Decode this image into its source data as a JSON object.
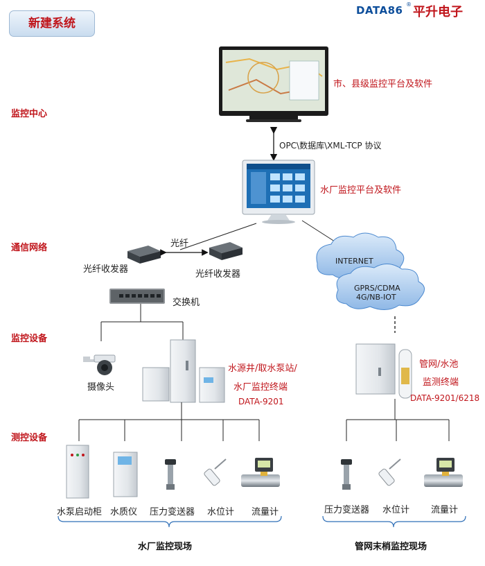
{
  "header": {
    "title": "新建系统",
    "brand_en": "DATA86",
    "brand_reg": "®",
    "brand_cn": "平升电子"
  },
  "sections": {
    "monitor_center": "监控中心",
    "network": "通信网络",
    "monitor_device": "监控设备",
    "measure_device": "测控设备"
  },
  "nodes": {
    "city_platform": "市、县级监控平台及软件",
    "protocol": "OPC\\数据库\\XML-TCP 协议",
    "plant_platform": "水厂监控平台及软件",
    "fiber": "光纤",
    "transceiver_left": "光纤收发器",
    "transceiver_right": "光纤收发器",
    "switch": "交换机",
    "internet": "INTERNET",
    "mobile_line1": "GPRS/CDMA",
    "mobile_line2": "4G/NB-IOT",
    "camera": "摄像头",
    "plant_terminal_line1": "水源井/取水泵站/",
    "plant_terminal_line2": "水厂监控终端",
    "plant_terminal_model": "DATA-9201",
    "pipe_terminal_line1": "管网/水池",
    "pipe_terminal_line2": "监测终端",
    "pipe_terminal_model": "DATA-9201/6218"
  },
  "plant_instruments": [
    "水泵启动柜",
    "水质仪",
    "压力变送器",
    "水位计",
    "流量计"
  ],
  "pipe_instruments": [
    "压力变送器",
    "水位计",
    "流量计"
  ],
  "sites": {
    "plant": "水厂监控现场",
    "pipe": "管网末梢监控现场"
  },
  "colors": {
    "accent_red": "#c0151b",
    "brand_blue": "#0d4e9b",
    "cloud_blue": "#4a88cf"
  }
}
